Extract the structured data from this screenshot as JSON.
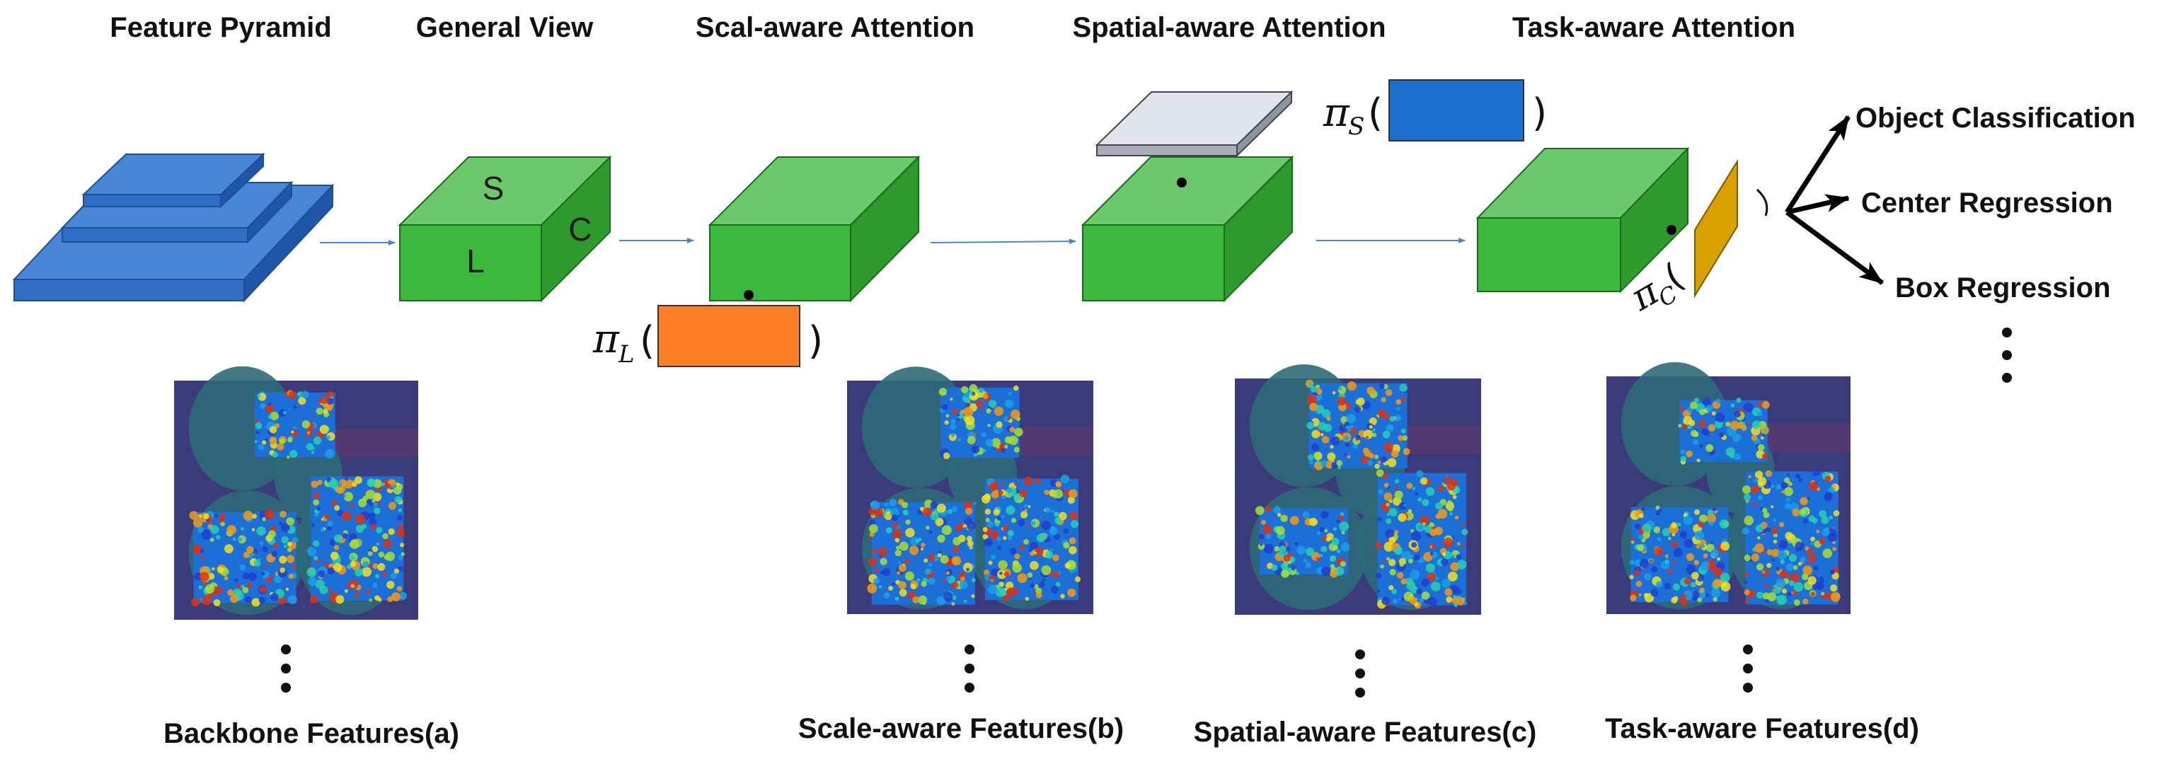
{
  "headers": {
    "feature_pyramid": "Feature Pyramid",
    "general_view": "General View",
    "scale_attention": "Scal-aware Attention",
    "spatial_attention": "Spatial-aware Attention",
    "task_attention": "Task-aware Attention"
  },
  "cube_faces": {
    "s": "S",
    "c": "C",
    "l": "L"
  },
  "operators": {
    "pi_l_base": "π",
    "pi_l_sub": "L",
    "pi_s_base": "π",
    "pi_s_sub": "S",
    "pi_c_base": "π",
    "pi_c_sub": "C",
    "open_paren": "(",
    "close_paren": ")"
  },
  "outputs": {
    "object_classification": "Object Classification",
    "center_regression": "Center Regression",
    "box_regression": "Box Regression"
  },
  "captions": {
    "backbone": "Backbone Features(a)",
    "scale_features": "Scale-aware Features(b)",
    "spatial_features": "Spatial-aware Features(c)",
    "task_features": "Task-aware Features(d)"
  },
  "colors": {
    "pyramid_blue": "#4a86d6",
    "cube_green": "#3cb83c",
    "scale_orange": "#ff7f27",
    "spatial_blue": "#1f6fd0",
    "task_gold": "#d9a000",
    "arrow_blue": "#4a86c8"
  },
  "icons": {
    "heatmap": "heatmap-image",
    "ellipsis": "vertical-ellipsis-icon"
  }
}
